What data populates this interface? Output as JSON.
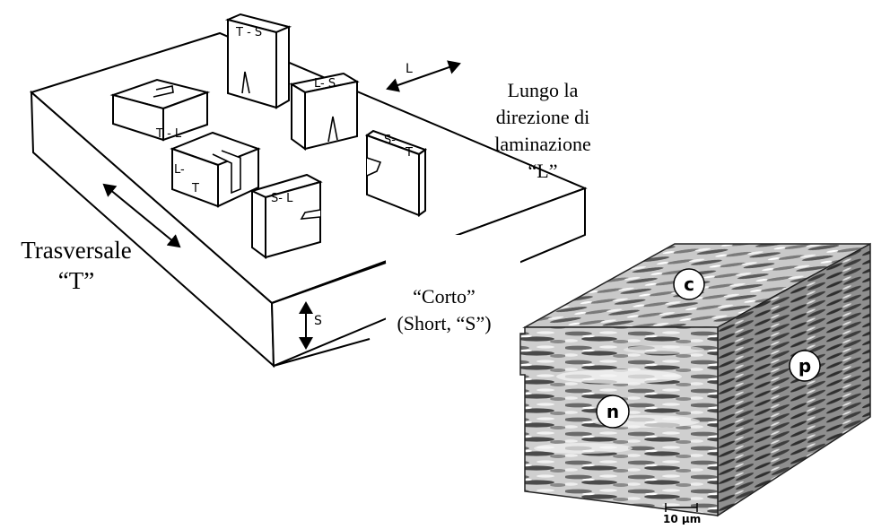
{
  "plate": {
    "directions": {
      "longitudinal": {
        "arrow_label": "L",
        "caption_lines": [
          "Lungo la",
          "direzione di",
          "laminazione",
          "“L”"
        ]
      },
      "transverse": {
        "caption_lines": [
          "Trasversale",
          "“T”"
        ]
      },
      "short": {
        "arrow_label": "S",
        "caption_lines": [
          "“Corto”",
          "(Short, “S”)"
        ]
      }
    },
    "specimens": [
      {
        "id": "T-S",
        "label": "T - S"
      },
      {
        "id": "T-L",
        "label": "T - L"
      },
      {
        "id": "L-S",
        "label": "L- S"
      },
      {
        "id": "L-T",
        "label_lines": [
          "L-",
          "T"
        ]
      },
      {
        "id": "S-L",
        "label": "S- L"
      },
      {
        "id": "S-T",
        "label_lines": [
          "S-",
          "T"
        ]
      }
    ]
  },
  "micrograph": {
    "faces": [
      {
        "id": "top",
        "label": "c"
      },
      {
        "id": "front",
        "label": "n"
      },
      {
        "id": "side",
        "label": "p"
      }
    ],
    "scale_bar": {
      "label": "10 μm"
    }
  }
}
